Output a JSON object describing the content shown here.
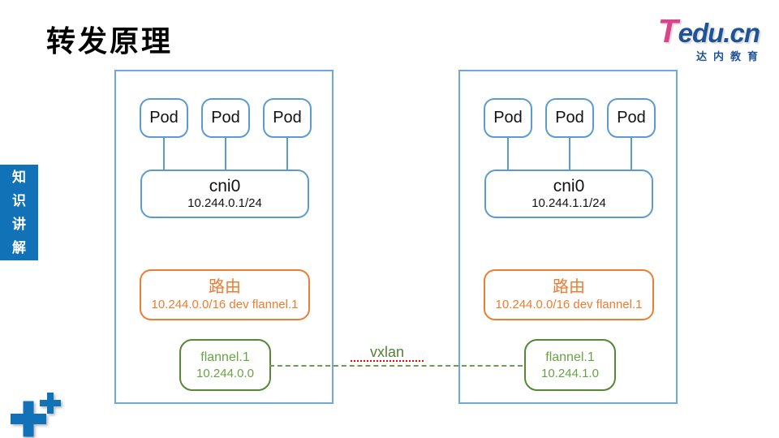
{
  "title": "转发原理",
  "logo": {
    "brand_t": "T",
    "brand_rest": "edu.cn",
    "subtitle": "达内教育"
  },
  "sidebar": {
    "label": "知识讲解",
    "chars": [
      "知",
      "识",
      "讲",
      "解"
    ]
  },
  "nodes": [
    {
      "pods": [
        "Pod",
        "Pod",
        "Pod"
      ],
      "bridge": {
        "name": "cni0",
        "ip": "10.244.0.1/24"
      },
      "route": {
        "title": "路由",
        "rule": "10.244.0.0/16 dev flannel.1"
      },
      "flannel": {
        "name": "flannel.1",
        "ip": "10.244.0.0"
      }
    },
    {
      "pods": [
        "Pod",
        "Pod",
        "Pod"
      ],
      "bridge": {
        "name": "cni0",
        "ip": "10.244.1.1/24"
      },
      "route": {
        "title": "路由",
        "rule": "10.244.0.0/16 dev flannel.1"
      },
      "flannel": {
        "name": "flannel.1",
        "ip": "10.244.1.0"
      }
    }
  ],
  "link": {
    "label": "vxlan"
  },
  "colors": {
    "node_border": "#6fa8dc",
    "inner_blue": "#5b9bd5",
    "orange": "#ed7d31",
    "green_border": "#568735",
    "green_text": "#69a244",
    "dash_green": "#6f9c50",
    "sidebar_blue": "#1172b8",
    "brand_pink": "#d8458b",
    "brand_navy": "#1f5398"
  }
}
